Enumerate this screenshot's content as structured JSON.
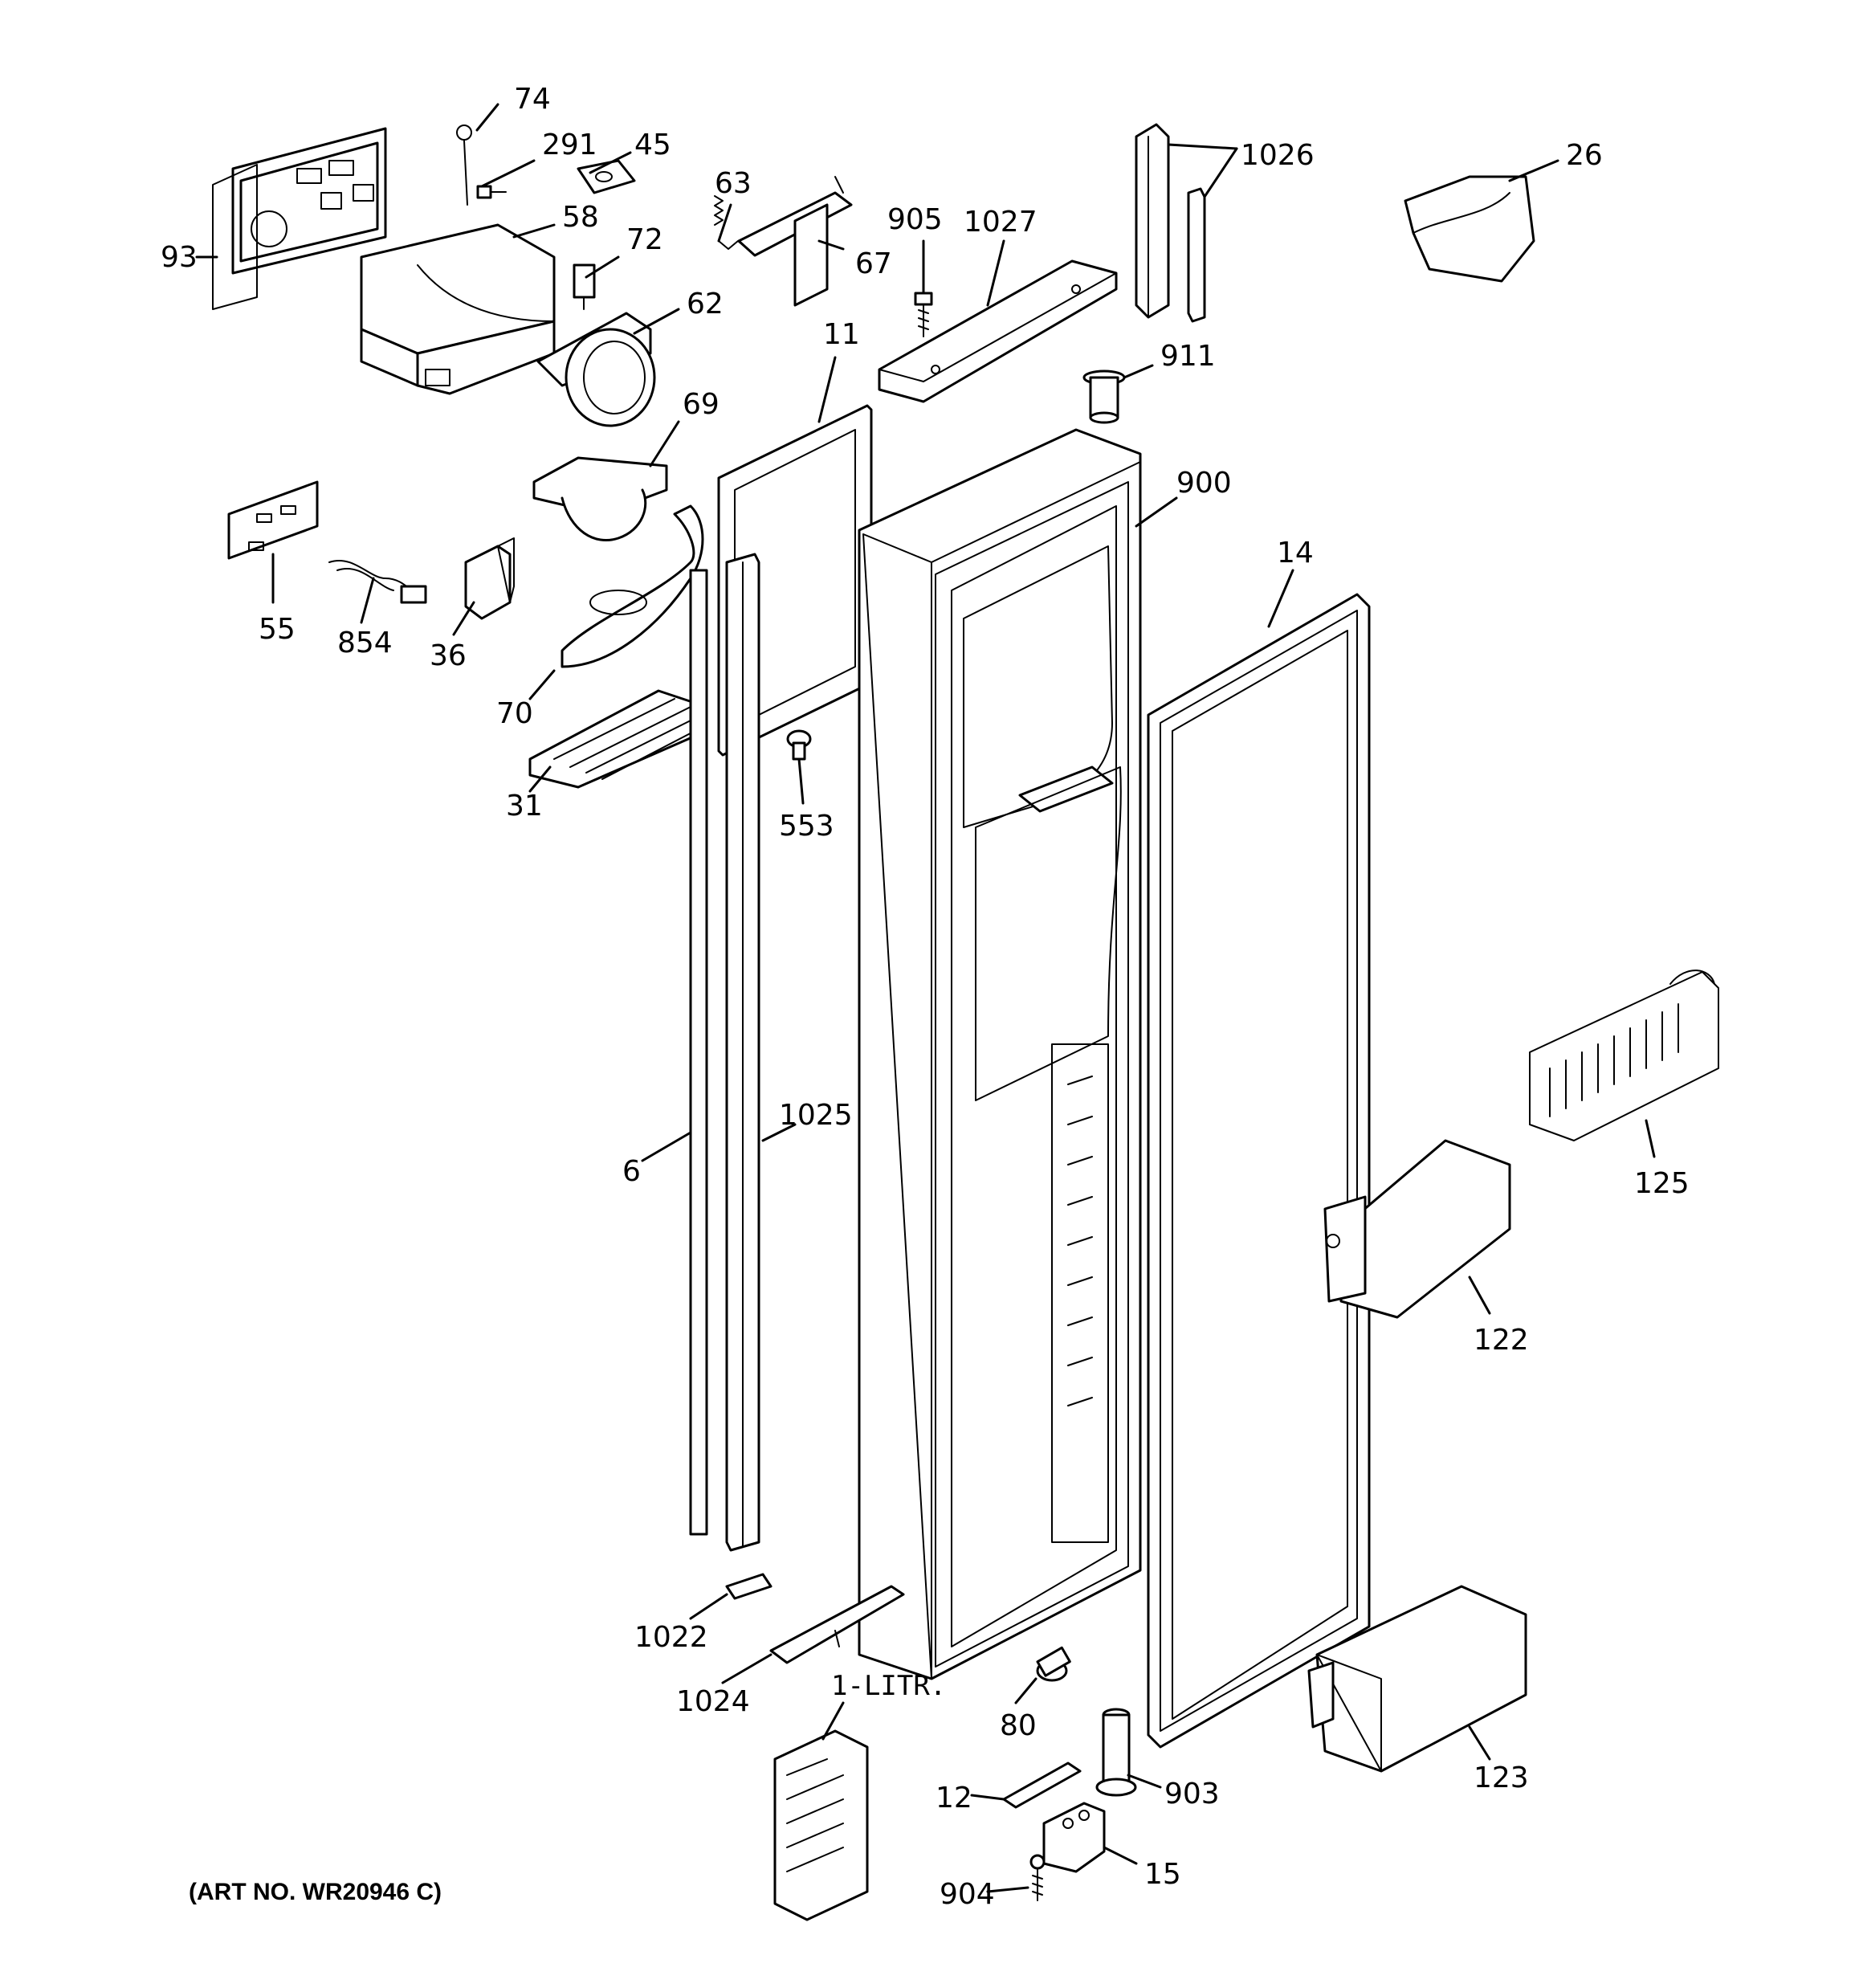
{
  "diagram": {
    "art_number": "(ART NO. WR20946 C)",
    "part_labels": {
      "p74": "74",
      "p291": "291",
      "p45": "45",
      "p58": "58",
      "p93": "93",
      "p72": "72",
      "p62": "62",
      "p63": "63",
      "p67": "67",
      "p905": "905",
      "p1027": "1027",
      "p1026": "1026",
      "p26": "26",
      "p911": "911",
      "p11": "11",
      "p69": "69",
      "p900": "900",
      "p14": "14",
      "p55": "55",
      "p854": "854",
      "p36": "36",
      "p70": "70",
      "p31": "31",
      "p553": "553",
      "p6": "6",
      "p1025": "1025",
      "p125": "125",
      "p122": "122",
      "p1022": "1022",
      "p1024": "1024",
      "p1litr": "1-LITR.",
      "p80": "80",
      "p903": "903",
      "p123": "123",
      "p12": "12",
      "p904": "904",
      "p15": "15"
    }
  }
}
